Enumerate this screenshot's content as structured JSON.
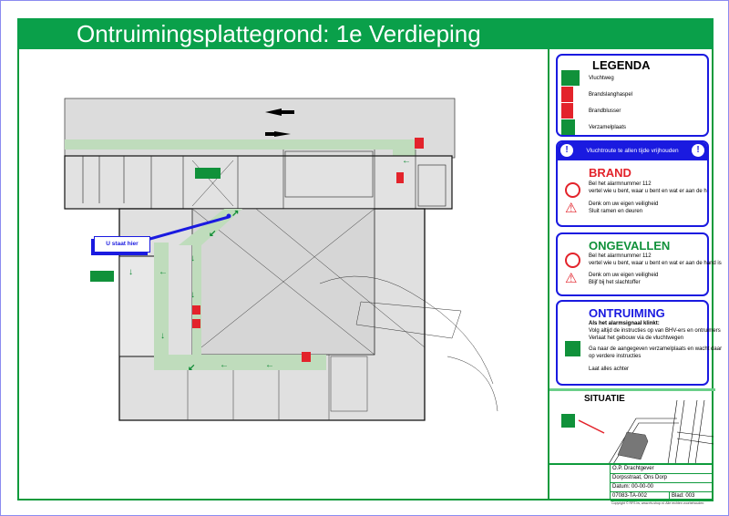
{
  "title": "Ontruimingsplattegrond: 1e Verdieping",
  "plan": {
    "you_are_here": "U staat hier"
  },
  "legend": {
    "title": "LEGENDA",
    "items": [
      {
        "icon": "exit-sign-icon",
        "label": "Vluchtweg"
      },
      {
        "icon": "fire-hose-icon",
        "label": "Brandslanghaspel"
      },
      {
        "icon": "fire-extinguisher-icon",
        "label": "Brandblusser"
      },
      {
        "icon": "assembly-point-icon",
        "label": "Verzamelplaats"
      }
    ]
  },
  "banner": "Vluchtroute te allen tijde vrijhouden",
  "brand": {
    "title": "BRAND",
    "line1": "Bel het alarmnummer 112",
    "line2": "vertel wie u bent, waar u bent en wat er aan de hand is",
    "line3": "Denk om uw eigen veiligheid",
    "line4": "Sluit ramen en deuren"
  },
  "ongevallen": {
    "title": "ONGEVALLEN",
    "line1": "Bel het alarmnummer 112",
    "line2": "vertel wie u bent, waar u bent en wat er aan de hand is",
    "line3": "Denk om uw eigen veiligheid",
    "line4": "Blijf bij het slachtoffer"
  },
  "ontruiming": {
    "title": "ONTRUIMING",
    "line1": "Als het alarmsignaal klinkt:",
    "line2": "Volg altijd de instructies op van BHV-ers en ontruimers",
    "line3": "Verlaat het gebouw via de vluchtwegen",
    "line4": "Ga naar de aangegeven verzamelplaats en wacht daar",
    "line5": "op verdere instructies",
    "line6": "Laat alles achter"
  },
  "situatie": {
    "title": "SITUATIE"
  },
  "titleblock": {
    "client": "O.P. Drachtgever",
    "address": "Dorpsstraat, Ons Dorp",
    "date": "Datum: 00-00-00",
    "drawing": "07083-TA-002",
    "sheet": "Blad: 003"
  },
  "copyright": "Copyright © RFS bv, www.rfs-shop.nl. Alle rechten voorbehouden.",
  "colors": {
    "green": "#0aa04a",
    "red": "#e3232b",
    "blue": "#1a1ae0"
  }
}
